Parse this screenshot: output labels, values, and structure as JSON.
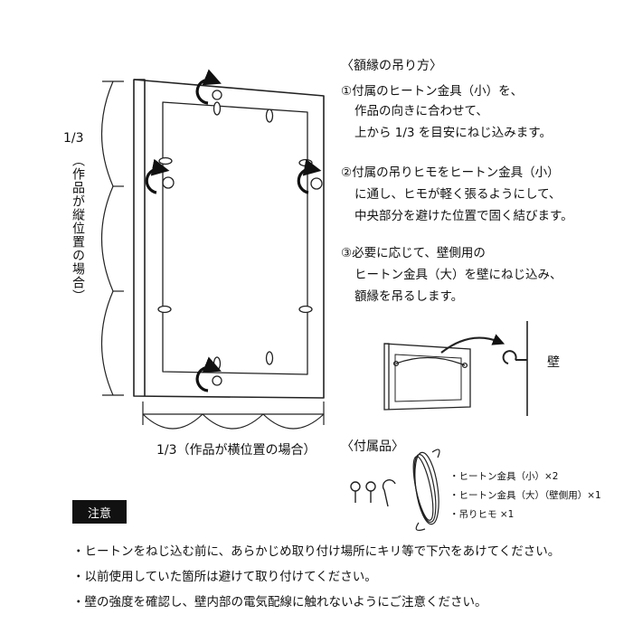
{
  "diagram": {
    "vertical_ratio": "1/3",
    "vertical_caption": "（作品が縦位置の場合）",
    "horizontal_ratio_caption": "1/3（作品が横位置の場合）"
  },
  "instructions": {
    "heading": "〈額縁の吊り方〉",
    "steps": [
      {
        "lines": [
          "①付属のヒートン金具（小）を、",
          "作品の向きに合わせて、",
          "上から 1/3 を目安にねじ込みます。"
        ]
      },
      {
        "lines": [
          "②付属の吊りヒモをヒートン金具（小）",
          "に通し、ヒモが軽く張るようにして、",
          "中央部分を避けた位置で固く結びます。"
        ]
      },
      {
        "lines": [
          "③必要に応じて、壁側用の",
          "ヒートン金具（大）を壁にねじ込み、",
          "額縁を吊るします。"
        ]
      }
    ],
    "wall_label": "壁"
  },
  "accessories": {
    "heading": "〈付属品〉",
    "items": [
      "・ヒートン金具（小）×2",
      "・ヒートン金具（大）（壁側用）×1",
      "・吊りヒモ ×1"
    ]
  },
  "notes": {
    "badge": "注意",
    "items": [
      "・ヒートンをねじ込む前に、あらかじめ取り付け場所にキリ等で下穴をあけてください。",
      "・以前使用していた箇所は避けて取り付けてください。",
      "・壁の強度を確認し、壁内部の電気配線に触れないようにご注意ください。"
    ]
  }
}
